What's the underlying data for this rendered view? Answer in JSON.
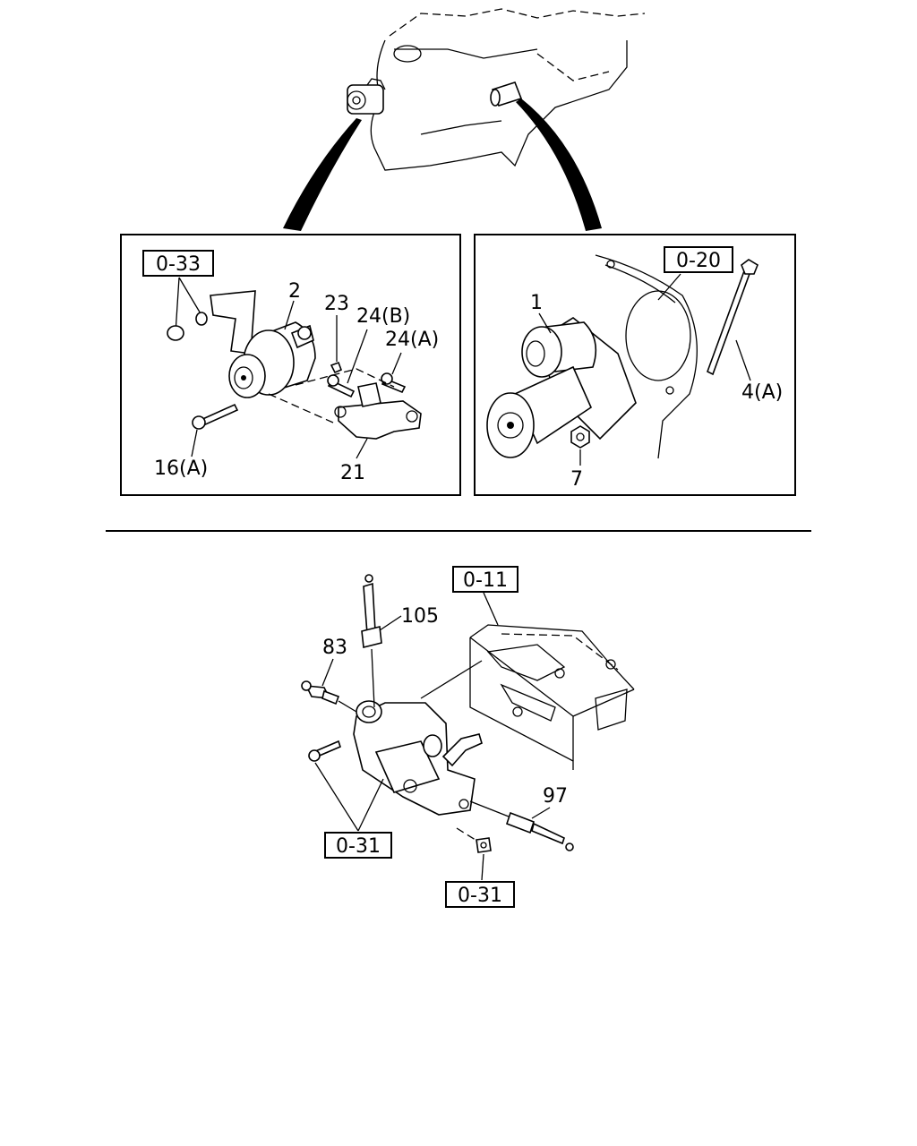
{
  "diagram": {
    "reference_labels": {
      "alternator_group": "0-33",
      "starter_group": "0-20",
      "cylinder_head_group": "0-11",
      "bolt_group_left": "0-31",
      "bolt_group_bottom": "0-31"
    },
    "callouts": {
      "alternator": "2",
      "nut_23": "23",
      "bolt_24b": "24(B)",
      "bolt_24a": "24(A)",
      "bolt_16a": "16(A)",
      "bracket_21": "21",
      "starter": "1",
      "bolt_4a": "4(A)",
      "nut_7": "7",
      "glow_plug_105": "105",
      "sensor_83": "83",
      "sensor_97": "97"
    }
  }
}
